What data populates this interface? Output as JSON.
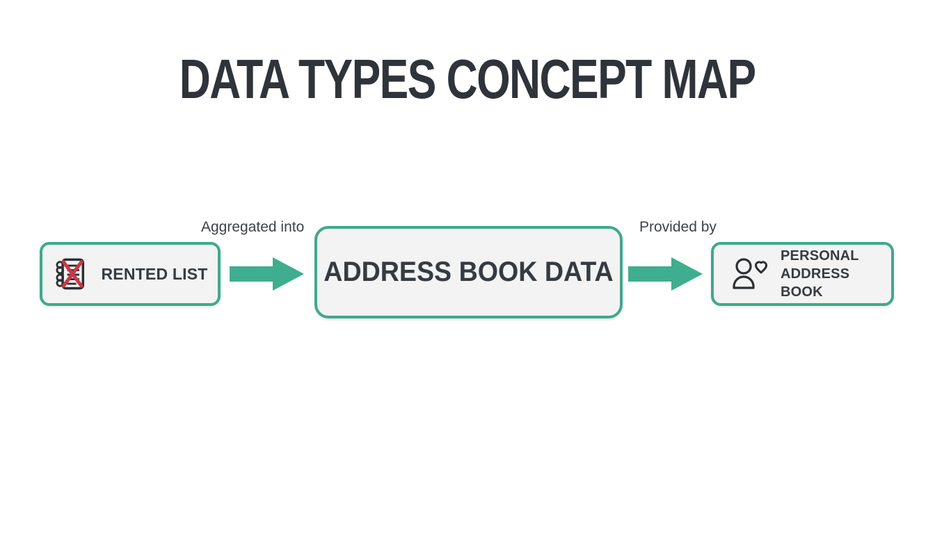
{
  "page": {
    "title": "DATA TYPES CONCEPT MAP"
  },
  "colors": {
    "accent": "#3fae8e",
    "node_border": "#3fa98b",
    "node_background": "#f2f3f2",
    "title_text": "#2f343a",
    "label_text": "#363b41",
    "cross_red": "#cc3747",
    "icon_stroke": "#2b2f33"
  },
  "diagram": {
    "nodes": [
      {
        "id": "rented-list",
        "label": "RENTED LIST",
        "icon": "crossed-notebook-icon"
      },
      {
        "id": "address-book-data",
        "label": "ADDRESS BOOK DATA",
        "icon": ""
      },
      {
        "id": "personal-address-book",
        "label": "PERSONAL ADDRESS BOOK",
        "icon": "person-heart-icon"
      }
    ],
    "edges": [
      {
        "from": "rented-list",
        "to": "address-book-data",
        "label": "Aggregated into"
      },
      {
        "from": "address-book-data",
        "to": "personal-address-book",
        "label": "Provided by"
      }
    ]
  }
}
